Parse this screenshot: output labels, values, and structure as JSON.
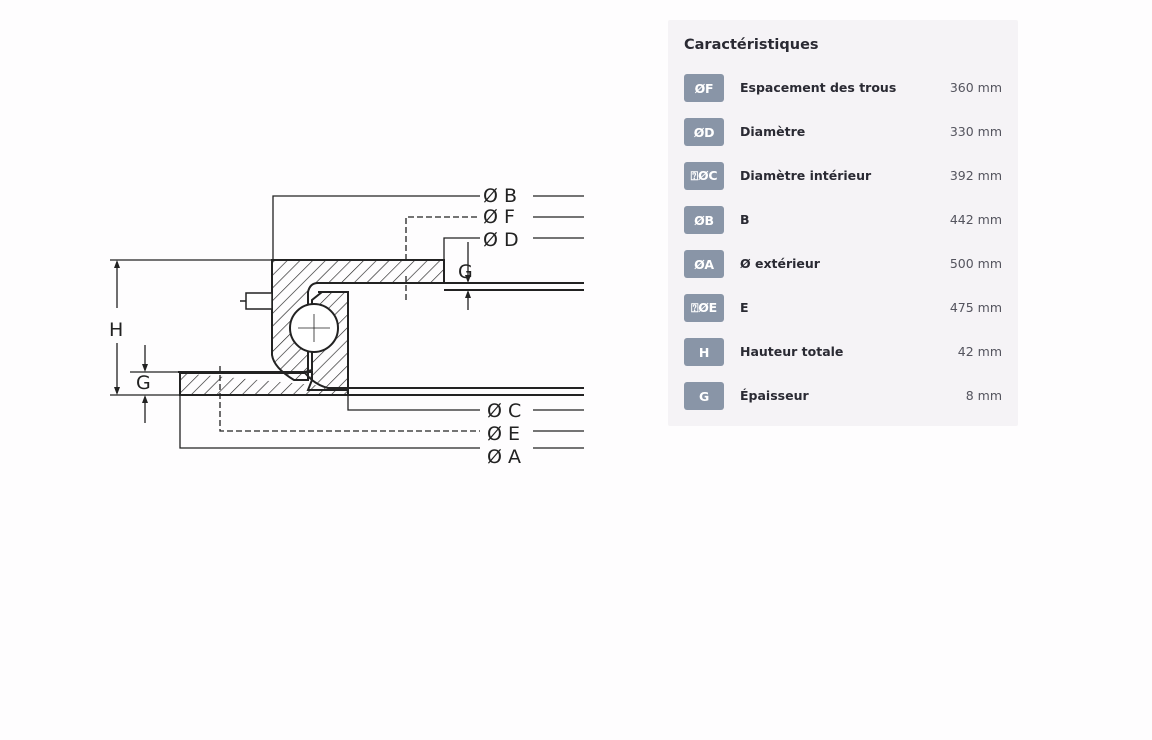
{
  "drawing": {
    "labels": {
      "dia_b": "Ø B",
      "dia_f": "Ø F",
      "dia_d": "Ø D",
      "dia_c": "Ø C",
      "dia_e": "Ø E",
      "dia_a": "Ø A",
      "h": "H",
      "g_left": "G",
      "g_right": "G"
    }
  },
  "specs": {
    "title": "Caractéristiques",
    "rows": [
      {
        "badge": "ØF",
        "label": "Espacement des trous",
        "value": "360 mm"
      },
      {
        "badge": "ØD",
        "label": "Diamètre",
        "value": "330 mm"
      },
      {
        "badge": "⍰ØC",
        "label": "Diamètre intérieur",
        "value": "392 mm"
      },
      {
        "badge": "ØB",
        "label": "B",
        "value": "442 mm"
      },
      {
        "badge": "ØA",
        "label": "Ø extérieur",
        "value": "500 mm"
      },
      {
        "badge": "⍰ØE",
        "label": "E",
        "value": "475 mm"
      },
      {
        "badge": "H",
        "label": "Hauteur totale",
        "value": "42 mm"
      },
      {
        "badge": "G",
        "label": "Épaisseur",
        "value": "8 mm"
      }
    ]
  }
}
